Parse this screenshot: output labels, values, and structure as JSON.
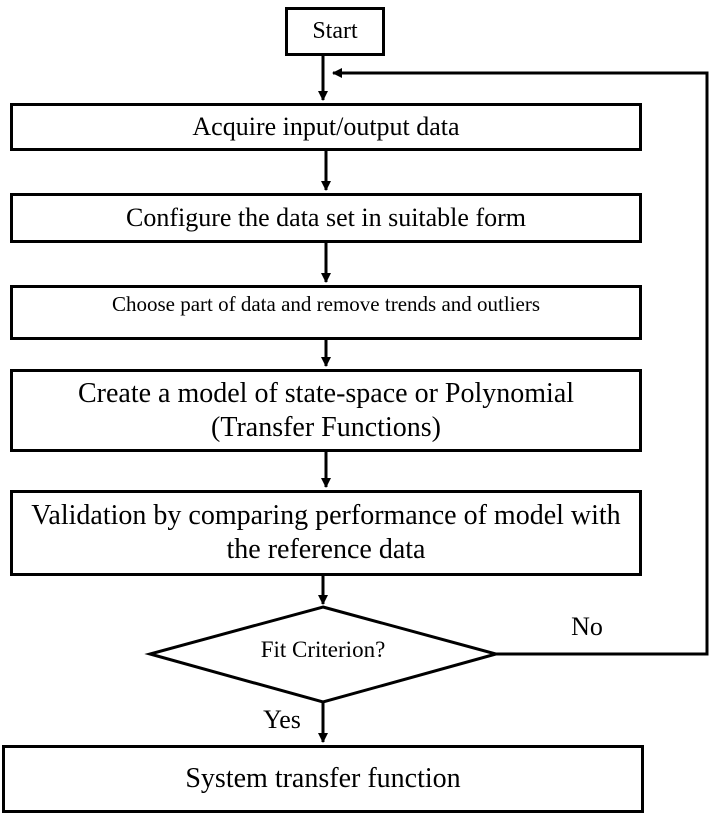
{
  "flowchart": {
    "start": "Start",
    "steps": [
      "Acquire input/output data",
      "Configure the data set in suitable form",
      "Choose part of data and remove trends and outliers",
      "Create a model of state-space or Polynomial (Transfer Functions)",
      "Validation by comparing performance of model with the reference data"
    ],
    "decision": "Fit Criterion?",
    "decision_no": "No",
    "decision_yes": "Yes",
    "end": "System transfer function"
  }
}
